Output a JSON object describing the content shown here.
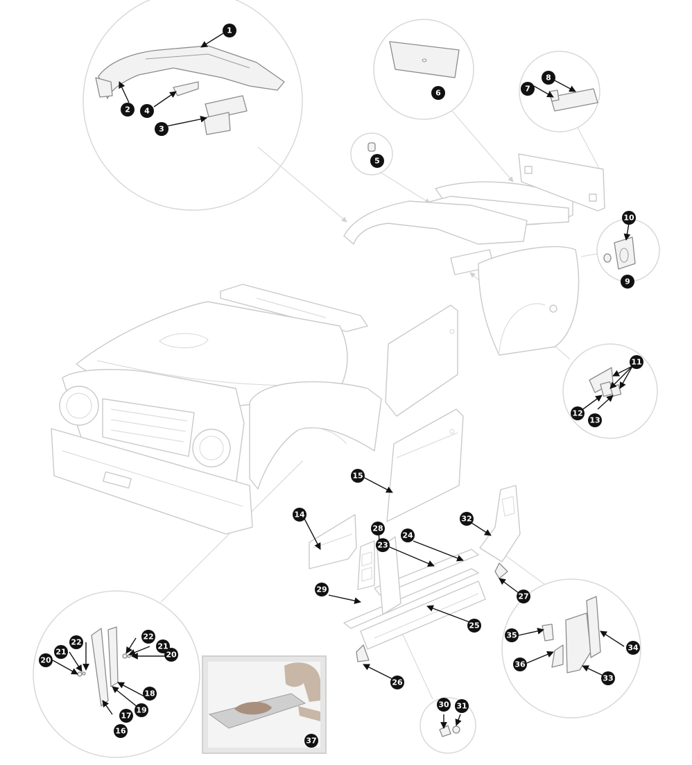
{
  "diagram": {
    "callouts": [
      "1",
      "2",
      "3",
      "4",
      "5",
      "6",
      "7",
      "8",
      "9",
      "10",
      "11",
      "12",
      "13",
      "14",
      "15",
      "16",
      "17",
      "18",
      "19",
      "20",
      "20",
      "21",
      "21",
      "22",
      "22",
      "23",
      "24",
      "25",
      "26",
      "27",
      "28",
      "29",
      "30",
      "31",
      "32",
      "33",
      "34",
      "35",
      "36",
      "37"
    ]
  }
}
